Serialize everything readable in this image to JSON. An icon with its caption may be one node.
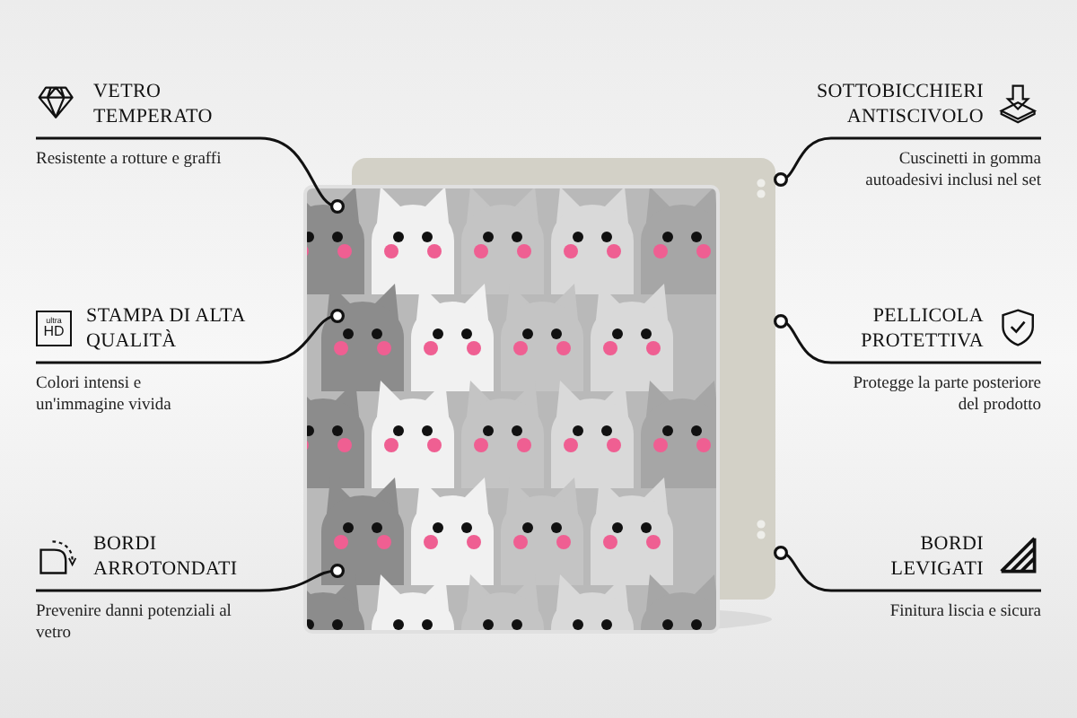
{
  "diagram": {
    "nodes": [
      {
        "text": [
          "VETRO TEMPERATO",
          "Resistente a rotture e graffi"
        ]
      },
      {
        "text": [
          "SOTTOBICCHIERI ANTISCIVOLO",
          "Cuscinetti in gomma autoadesivi inclusi nel set"
        ]
      },
      {
        "text": [
          "STAMPA DI ALTA QUALITÀ",
          "Colori intensi e un'immagine vivida"
        ]
      },
      {
        "text": [
          "PELLICOLA PROTETTIVA",
          "Protegge la parte posteriore del prodotto"
        ]
      },
      {
        "text": [
          "BORDI ARROTONDATI",
          "Prevenire danni potenziali al vetro"
        ]
      },
      {
        "text": [
          "BORDI LEVIGATI",
          "Finitura liscia e sicura"
        ]
      },
      {
        "text": [],
        "shape": "picture"
      }
    ],
    "edges": [
      {
        "from": 0,
        "to": 6,
        "arrow": "other"
      },
      {
        "from": 1,
        "to": 6,
        "arrow": "other"
      },
      {
        "from": 2,
        "to": 6,
        "arrow": "other"
      },
      {
        "from": 3,
        "to": 6,
        "arrow": "other"
      },
      {
        "from": 4,
        "to": 6,
        "arrow": "other"
      },
      {
        "from": 5,
        "to": 6,
        "arrow": "other"
      }
    ],
    "labels": [
      "ultra",
      "HD"
    ]
  }
}
